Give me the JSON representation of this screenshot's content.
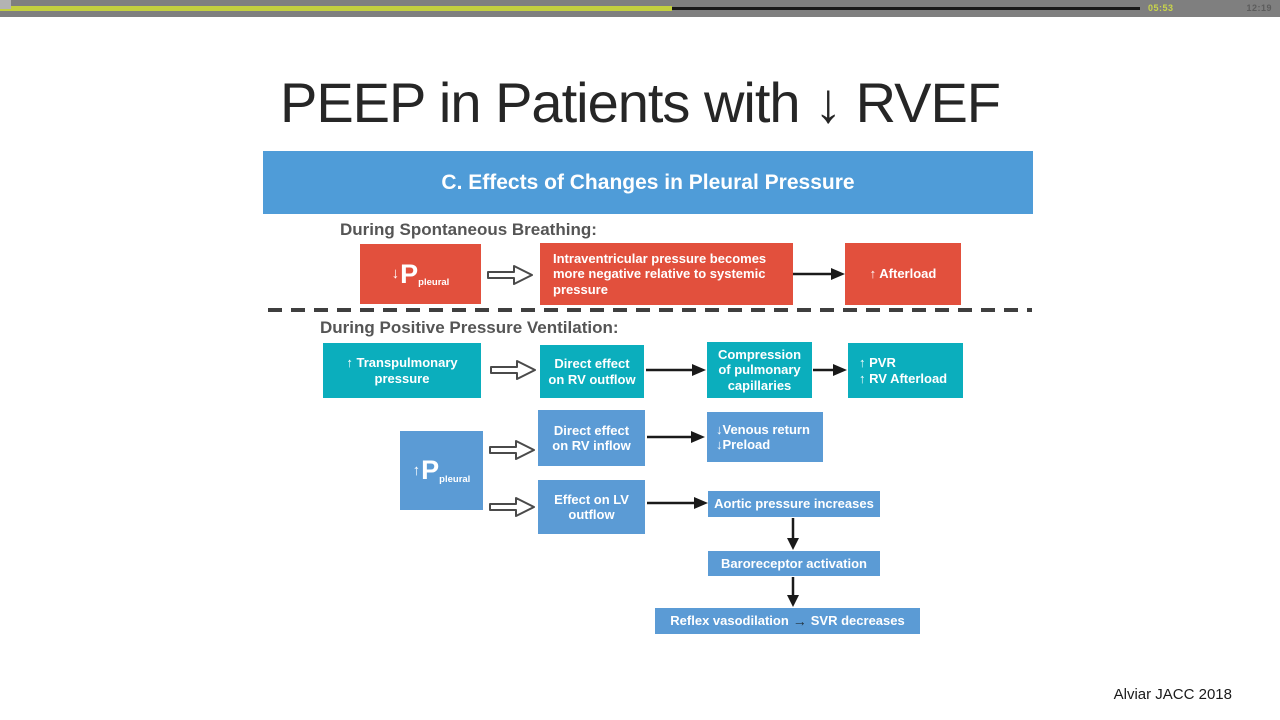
{
  "player": {
    "elapsed": "05:53",
    "duration": "12:19"
  },
  "slide": {
    "title": "PEEP in Patients with ↓ RVEF",
    "citation": "Alviar JACC 2018"
  },
  "diagram": {
    "header": "C. Effects of Changes in Pleural Pressure",
    "spontaneous": {
      "label": "During Spontaneous Breathing:",
      "p_pleural": {
        "arrow": "↓",
        "symbol": "P",
        "sub": "pleural"
      },
      "intraventricular": "Intraventricular pressure becomes\nmore negative relative to systemic\npressure",
      "afterload": "↑ Afterload"
    },
    "ppv": {
      "label": "During Positive Pressure Ventilation:",
      "transpulmonary": "↑ Transpulmonary\npressure",
      "rv_outflow": "Direct effect\non RV outflow",
      "compression": "Compression\nof pulmonary\ncapillaries",
      "pvr": "↑ PVR\n↑ RV Afterload",
      "p_pleural": {
        "arrow": "↑",
        "symbol": "P",
        "sub": "pleural"
      },
      "rv_inflow": "Direct effect\non RV inflow",
      "venous": "↓Venous return\n↓Preload",
      "lv_outflow": "Effect on LV\noutflow",
      "aortic": "Aortic pressure increases",
      "baroreceptor": "Baroreceptor activation",
      "reflex_left": "Reflex vasodilation",
      "reflex_arrow": "→",
      "reflex_right": "SVR decreases"
    }
  },
  "colors": {
    "header_blue": "#4f9cd8",
    "box_blue": "#5b9bd5",
    "box_teal": "#0baebd",
    "box_red": "#e2503d",
    "progress_yellow": "#c3cf3f",
    "bar_gray": "#7f7f7f",
    "label_gray": "#555555"
  }
}
